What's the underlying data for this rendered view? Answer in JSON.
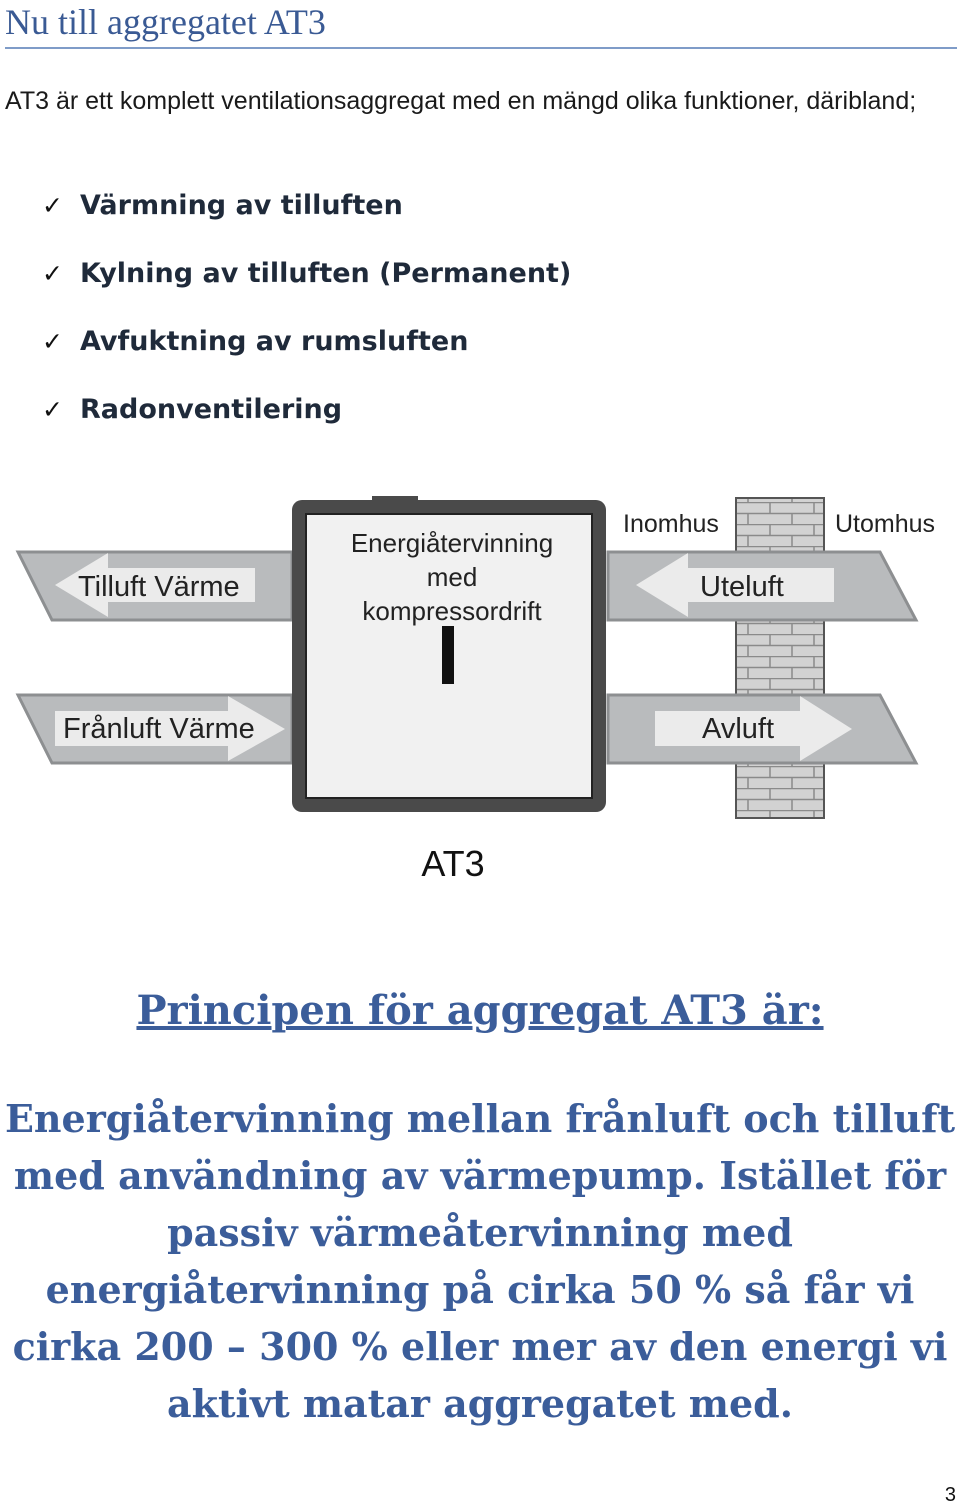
{
  "page": {
    "title": "Nu till aggregatet AT3",
    "intro": "AT3 är ett komplett ventilationsaggregat med en mängd olika funktioner, däribland;",
    "page_number": "3"
  },
  "features": [
    {
      "icon": "check-icon",
      "glyph": "✓",
      "label": "Värmning av tilluften"
    },
    {
      "icon": "check-icon",
      "glyph": "✓",
      "label": "Kylning av tilluften (Permanent)"
    },
    {
      "icon": "check-icon",
      "glyph": "✓",
      "label": "Avfuktning av rumsluften"
    },
    {
      "icon": "check-icon",
      "glyph": "✓",
      "label": "Radonventilering"
    }
  ],
  "diagram": {
    "unit_label_line1": "Energiåtervinning",
    "unit_label_line2": "med",
    "unit_label_line3": "kompressordrift",
    "tilluft": "Tilluft Värme",
    "franluft": "Frånluft Värme",
    "uteluft": "Uteluft",
    "avluft": "Avluft",
    "inomhus": "Inomhus",
    "utomhus": "Utomhus",
    "colors": {
      "duct": "#b9bbbd",
      "duct_edge": "#8d8f91",
      "unit_frame": "#4a4a4a",
      "unit_face": "#efefef",
      "wall": "#cfcfcf"
    }
  },
  "caption": "AT3",
  "principle": {
    "heading": "Principen för aggregat AT3 är:",
    "body": "Energiåtervinning mellan frånluft och tilluft med användning av värmepump. Istället för passiv värmeåtervinning med energiåtervinning på cirka 50 % så får vi cirka 200 – 300 % eller mer av den energi vi aktivt matar aggregatet med."
  }
}
